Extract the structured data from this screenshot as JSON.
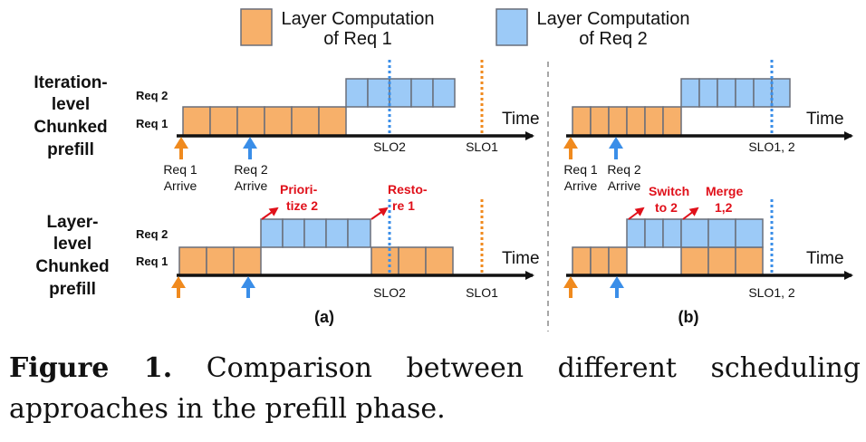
{
  "legend": {
    "req1_line1": "Layer Computation",
    "req1_line2": "of Req 1",
    "req2_line1": "Layer Computation",
    "req2_line2": "of Req 2"
  },
  "colors": {
    "req1_fill": "#f7b06a",
    "req2_fill": "#9ccaf7",
    "box_stroke": "#6a6f7a",
    "arrow_orange": "#f08a1e",
    "arrow_blue": "#3a8ee8",
    "slo1_line": "#f08a1e",
    "slo2_line": "#3a8ee8",
    "annotation_red": "#e0101a"
  },
  "rows": {
    "iteration": {
      "line1": "Iteration-",
      "line2": "level",
      "line3": "Chunked",
      "line4": "prefill"
    },
    "layer": {
      "line1": "Layer-",
      "line2": "level",
      "line3": "Chunked",
      "line4": "prefill"
    }
  },
  "labels": {
    "req2": "Req 2",
    "req1": "Req 1",
    "time": "Time",
    "req1_arrive_1": "Req 1",
    "req1_arrive_2": "Arrive",
    "req2_arrive_1": "Req 2",
    "req2_arrive_2": "Arrive",
    "slo1": "SLO1",
    "slo2": "SLO2",
    "slo12": "SLO1, 2",
    "prioritize_1": "Priori-",
    "prioritize_2": "tize 2",
    "restore_1": "Resto-",
    "restore_2": "re 1",
    "switch_1": "Switch",
    "switch_2": "to 2",
    "merge_1": "Merge",
    "merge_2": "1,2",
    "panel_a": "(a)",
    "panel_b": "(b)"
  },
  "caption": {
    "figure_label": "Figure 1.",
    "text": "Comparison between different scheduling approaches in the prefill phase."
  }
}
